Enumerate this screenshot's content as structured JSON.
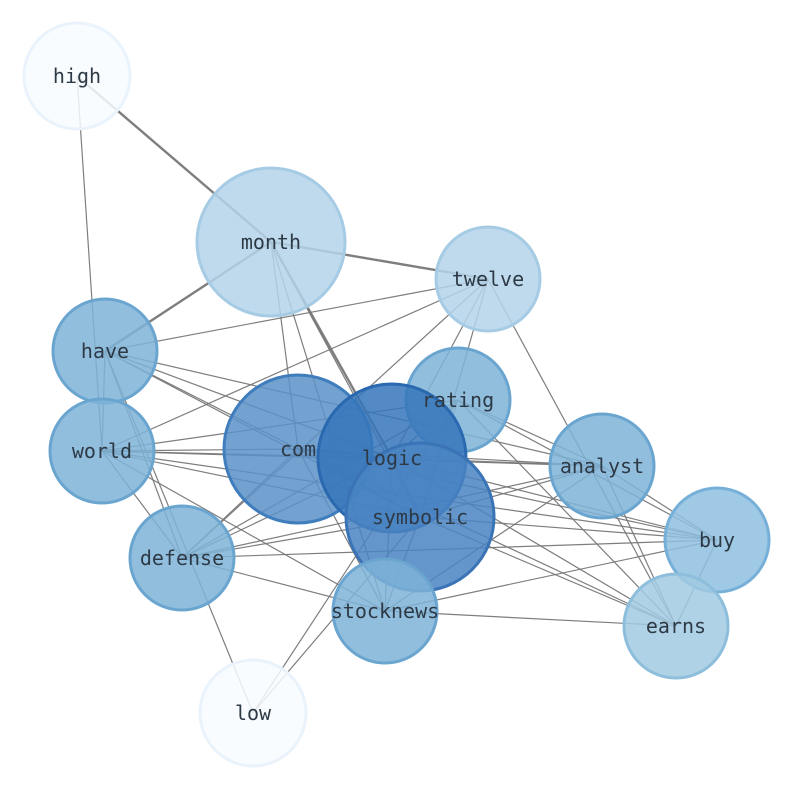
{
  "graph": {
    "nodes": [
      {
        "id": "high",
        "label": "high",
        "color": "#f7fbff"
      },
      {
        "id": "month",
        "label": "month",
        "color": "#b4d3e9"
      },
      {
        "id": "twelve",
        "label": "twelve",
        "color": "#b4d3e9"
      },
      {
        "id": "have",
        "label": "have",
        "color": "#7fb3d8"
      },
      {
        "id": "rating",
        "label": "rating",
        "color": "#7fb3d8"
      },
      {
        "id": "com",
        "label": "com",
        "color": "#5a91c8"
      },
      {
        "id": "logic",
        "label": "logic",
        "color": "#3575bb"
      },
      {
        "id": "world",
        "label": "world",
        "color": "#7fb3d8"
      },
      {
        "id": "analyst",
        "label": "analyst",
        "color": "#7fb3d8"
      },
      {
        "id": "symbolic",
        "label": "symbolic",
        "color": "#4a84c2"
      },
      {
        "id": "buy",
        "label": "buy",
        "color": "#8ebfe0"
      },
      {
        "id": "defense",
        "label": "defense",
        "color": "#7fb3d8"
      },
      {
        "id": "stocknews",
        "label": "stocknews",
        "color": "#7fb3d8"
      },
      {
        "id": "earns",
        "label": "earns",
        "color": "#a1cae3"
      },
      {
        "id": "low",
        "label": "low",
        "color": "#f7fbff"
      }
    ],
    "edges": [
      {
        "source": "high",
        "target": "month",
        "weight": 2
      },
      {
        "source": "high",
        "target": "world",
        "weight": 1
      },
      {
        "source": "month",
        "target": "twelve",
        "weight": 2
      },
      {
        "source": "month",
        "target": "have",
        "weight": 2
      },
      {
        "source": "month",
        "target": "logic",
        "weight": 2
      },
      {
        "source": "month",
        "target": "com",
        "weight": 1
      },
      {
        "source": "month",
        "target": "stocknews",
        "weight": 1
      },
      {
        "source": "month",
        "target": "symbolic",
        "weight": 1
      },
      {
        "source": "twelve",
        "target": "have",
        "weight": 1
      },
      {
        "source": "twelve",
        "target": "world",
        "weight": 1
      },
      {
        "source": "twelve",
        "target": "logic",
        "weight": 1
      },
      {
        "source": "twelve",
        "target": "symbolic",
        "weight": 1
      },
      {
        "source": "twelve",
        "target": "defense",
        "weight": 1
      },
      {
        "source": "twelve",
        "target": "earns",
        "weight": 1
      },
      {
        "source": "have",
        "target": "com",
        "weight": 1
      },
      {
        "source": "have",
        "target": "logic",
        "weight": 1
      },
      {
        "source": "have",
        "target": "symbolic",
        "weight": 1
      },
      {
        "source": "have",
        "target": "defense",
        "weight": 1
      },
      {
        "source": "have",
        "target": "low",
        "weight": 1
      },
      {
        "source": "have",
        "target": "analyst",
        "weight": 1
      },
      {
        "source": "have",
        "target": "world",
        "weight": 1
      },
      {
        "source": "world",
        "target": "com",
        "weight": 1
      },
      {
        "source": "world",
        "target": "logic",
        "weight": 1
      },
      {
        "source": "world",
        "target": "symbolic",
        "weight": 1
      },
      {
        "source": "world",
        "target": "analyst",
        "weight": 1
      },
      {
        "source": "world",
        "target": "rating",
        "weight": 1
      },
      {
        "source": "world",
        "target": "defense",
        "weight": 1
      },
      {
        "source": "world",
        "target": "stocknews",
        "weight": 1
      },
      {
        "source": "world",
        "target": "buy",
        "weight": 1
      },
      {
        "source": "rating",
        "target": "logic",
        "weight": 1
      },
      {
        "source": "rating",
        "target": "symbolic",
        "weight": 1
      },
      {
        "source": "rating",
        "target": "analyst",
        "weight": 1
      },
      {
        "source": "rating",
        "target": "buy",
        "weight": 1
      },
      {
        "source": "rating",
        "target": "earns",
        "weight": 1
      },
      {
        "source": "rating",
        "target": "defense",
        "weight": 1
      },
      {
        "source": "rating",
        "target": "low",
        "weight": 1
      },
      {
        "source": "com",
        "target": "logic",
        "weight": 2
      },
      {
        "source": "com",
        "target": "symbolic",
        "weight": 1
      },
      {
        "source": "com",
        "target": "analyst",
        "weight": 1
      },
      {
        "source": "com",
        "target": "buy",
        "weight": 1
      },
      {
        "source": "com",
        "target": "earns",
        "weight": 1
      },
      {
        "source": "com",
        "target": "defense",
        "weight": 1
      },
      {
        "source": "com",
        "target": "stocknews",
        "weight": 1
      },
      {
        "source": "logic",
        "target": "symbolic",
        "weight": 2
      },
      {
        "source": "logic",
        "target": "analyst",
        "weight": 1
      },
      {
        "source": "logic",
        "target": "buy",
        "weight": 1
      },
      {
        "source": "logic",
        "target": "earns",
        "weight": 1
      },
      {
        "source": "logic",
        "target": "defense",
        "weight": 1
      },
      {
        "source": "logic",
        "target": "stocknews",
        "weight": 1
      },
      {
        "source": "symbolic",
        "target": "analyst",
        "weight": 1
      },
      {
        "source": "symbolic",
        "target": "buy",
        "weight": 1
      },
      {
        "source": "symbolic",
        "target": "earns",
        "weight": 1
      },
      {
        "source": "symbolic",
        "target": "defense",
        "weight": 1
      },
      {
        "source": "symbolic",
        "target": "stocknews",
        "weight": 1
      },
      {
        "source": "symbolic",
        "target": "low",
        "weight": 1
      },
      {
        "source": "analyst",
        "target": "buy",
        "weight": 1
      },
      {
        "source": "analyst",
        "target": "earns",
        "weight": 1
      },
      {
        "source": "analyst",
        "target": "defense",
        "weight": 1
      },
      {
        "source": "analyst",
        "target": "stocknews",
        "weight": 1
      },
      {
        "source": "buy",
        "target": "earns",
        "weight": 1
      },
      {
        "source": "buy",
        "target": "defense",
        "weight": 1
      },
      {
        "source": "buy",
        "target": "stocknews",
        "weight": 1
      },
      {
        "source": "defense",
        "target": "stocknews",
        "weight": 1
      },
      {
        "source": "stocknews",
        "target": "earns",
        "weight": 1
      }
    ],
    "edge_color": "#777777"
  }
}
